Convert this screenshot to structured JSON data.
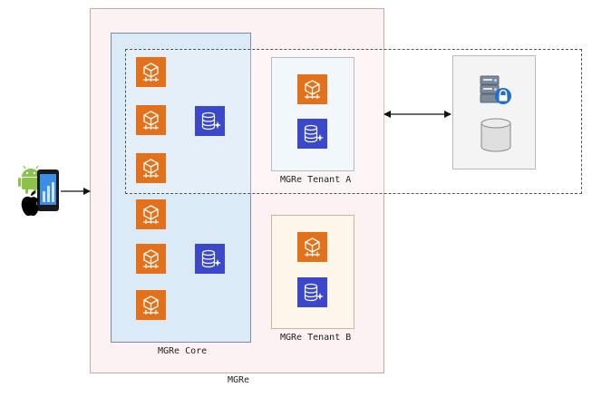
{
  "labels": {
    "outer": "MGRe",
    "core": "MGRe Core",
    "tenant_a": "MGRe Tenant A",
    "tenant_b": "MGRe Tenant B"
  },
  "icons": {
    "compute": "lambda-compute-icon",
    "database": "database-icon",
    "server": "server-with-lock-icon",
    "storage": "storage-cylinder-icon",
    "client": "mobile-phone-android-apple-icon"
  },
  "colors": {
    "outer_fill": "#fdf2f3",
    "outer_border": "#c9a8ac",
    "core_fill": "#dbeaf7",
    "tenant_a_fill": "#eef5fb",
    "tenant_b_fill": "#fdf6ea",
    "compute_orange": "#e3711b",
    "database_blue": "#3b48cc",
    "external_fill": "#f1f1f1"
  }
}
